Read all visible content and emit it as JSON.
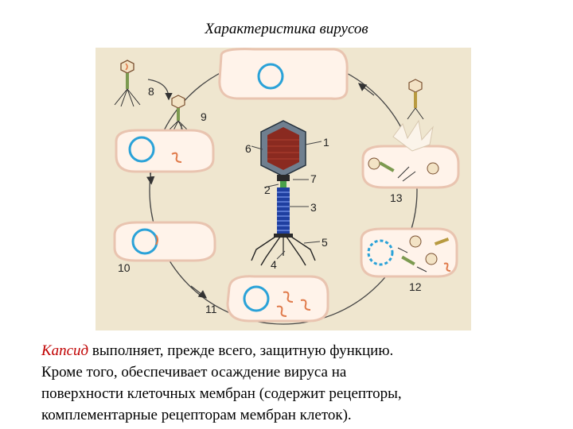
{
  "title": "Характеристика вирусов",
  "diagram": {
    "labels": {
      "n1": "1",
      "n2": "2",
      "n3": "3",
      "n4": "4",
      "n5": "5",
      "n6": "6",
      "n7": "7",
      "n8": "8",
      "n9": "9",
      "n10": "10",
      "n11": "11",
      "n12": "12",
      "n13": "13"
    }
  },
  "caption": {
    "term": "Капсид",
    "line1_rest": " выполняет, прежде всего, защитную функцию.",
    "line2": "Кроме того, обеспечивает осаждение вируса на",
    "line3": "поверхности клеточных мембран  (содержит рецепторы,",
    "line4": "комплементарные рецепторам мембран клеток)."
  },
  "colors": {
    "background": "#efe6cf",
    "cell": "#fff3ea",
    "cell_edge": "#e9c4b0",
    "dna_ring": "#2aa2d8",
    "viral_dna": "#e07a4a",
    "head": "#8a2a20",
    "tail": "#1f3fa0"
  }
}
